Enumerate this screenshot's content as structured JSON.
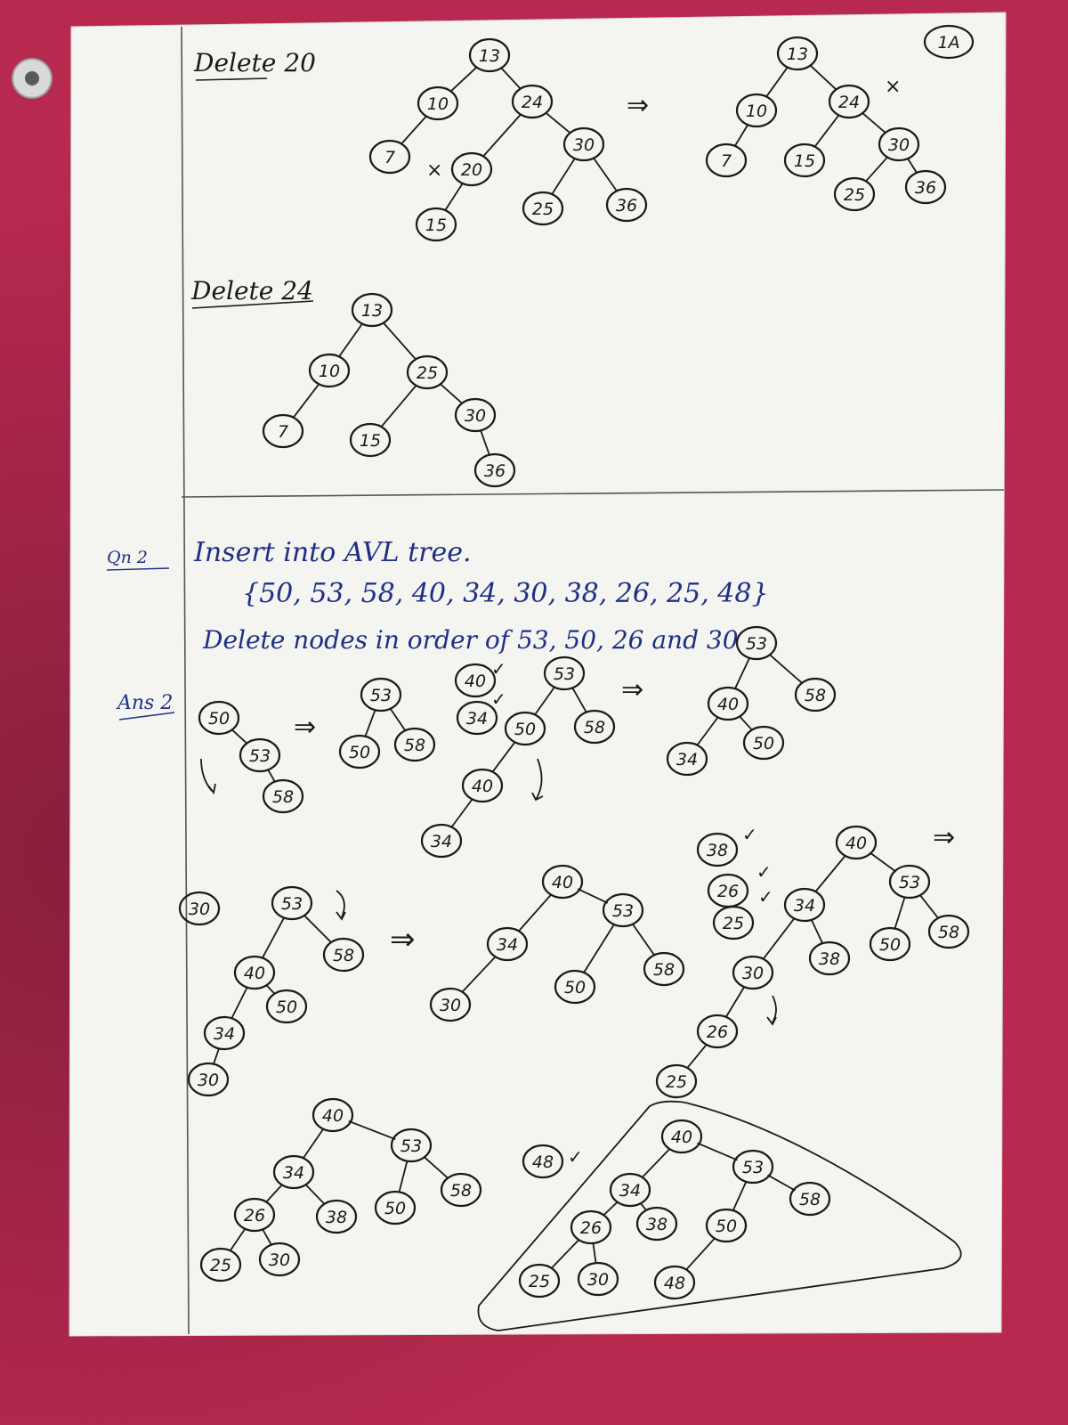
{
  "page": {
    "corner_mark": "1A",
    "delete_20_label": "Delete 20",
    "delete_24_label": "Delete 24",
    "question_label": "Qn 2",
    "question_line1": "Insert into AVL tree.",
    "question_line2": "{50, 53, 58, 40, 34, 30, 38, 26, 25, 48}",
    "question_line3": "Delete nodes in order of 53, 50, 26 and 30",
    "answer_label": "Ans 2",
    "arrow": "⇒",
    "check": "✓",
    "cross": "×",
    "ink_color": "#1a1a1a",
    "blue_ink_color": "#1f2f86",
    "paper_color": "#f4f5f1",
    "background_color": "#b8294f"
  },
  "steps": {
    "insert_30": "30",
    "insert_38": "38",
    "insert_26": "26",
    "insert_25": "25",
    "insert_48": "48",
    "insert_40": "40",
    "insert_34": "34"
  },
  "trees": [
    {
      "id": "del20-before",
      "nodes": [
        "13",
        "10",
        "24",
        "7",
        "20",
        "30",
        "15",
        "25",
        "36"
      ]
    },
    {
      "id": "del20-after",
      "nodes": [
        "13",
        "10",
        "24",
        "7",
        "15",
        "30",
        "25",
        "36"
      ]
    },
    {
      "id": "del24",
      "nodes": [
        "13",
        "10",
        "25",
        "7",
        "15",
        "30",
        "36"
      ]
    },
    {
      "id": "ins-a",
      "nodes": [
        "50",
        "53",
        "58"
      ]
    },
    {
      "id": "ins-b",
      "nodes": [
        "53",
        "50",
        "58"
      ]
    },
    {
      "id": "ins-c",
      "nodes": [
        "53",
        "50",
        "58",
        "40",
        "34"
      ]
    },
    {
      "id": "ins-d",
      "nodes": [
        "53",
        "40",
        "58",
        "34",
        "50"
      ]
    },
    {
      "id": "ins-e",
      "nodes": [
        "53",
        "40",
        "58",
        "34",
        "50",
        "30"
      ]
    },
    {
      "id": "ins-f",
      "nodes": [
        "40",
        "34",
        "53",
        "30",
        "50",
        "58"
      ]
    },
    {
      "id": "ins-g",
      "nodes": [
        "40",
        "34",
        "53",
        "30",
        "38",
        "50",
        "58",
        "26",
        "25"
      ]
    },
    {
      "id": "ins-h",
      "nodes": [
        "40",
        "34",
        "53",
        "26",
        "38",
        "50",
        "58",
        "25",
        "30"
      ]
    },
    {
      "id": "ins-i",
      "nodes": [
        "40",
        "34",
        "53",
        "26",
        "38",
        "50",
        "58",
        "25",
        "30",
        "48"
      ]
    }
  ]
}
